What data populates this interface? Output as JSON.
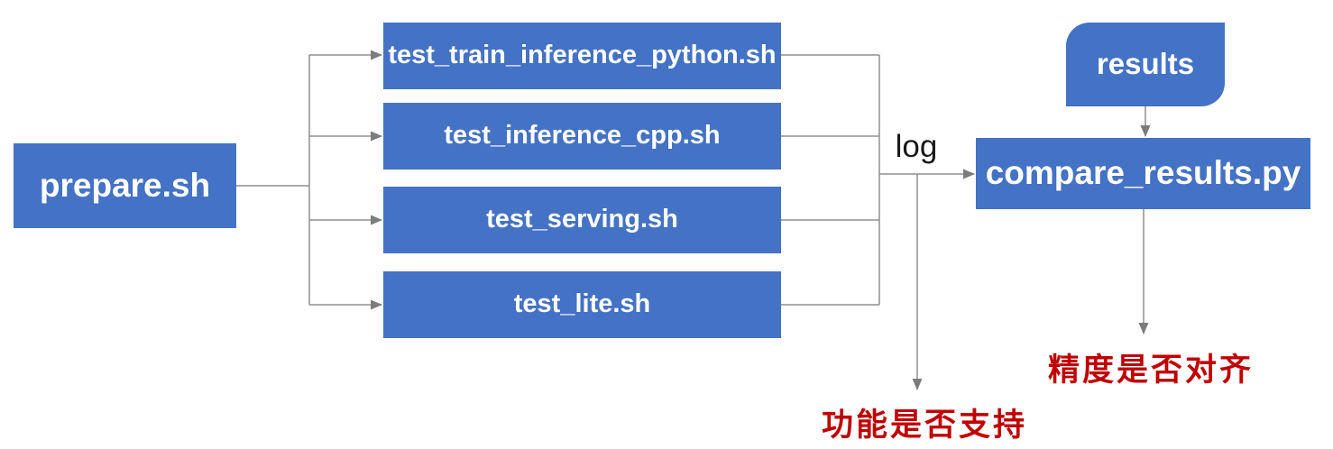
{
  "colors": {
    "node_fill": "#4472C4",
    "node_text": "#FFFFFF",
    "connector_line": "#8F8F8F",
    "arrowhead": "#7C7C7C",
    "outcome_text": "#C00000",
    "edge_label_text": "#1A1A1A",
    "background": "#FFFFFF"
  },
  "nodes": {
    "prepare": {
      "label": "prepare.sh"
    },
    "tests": [
      {
        "label": "test_train_inference_python.sh"
      },
      {
        "label": "test_inference_cpp.sh"
      },
      {
        "label": "test_serving.sh"
      },
      {
        "label": "test_lite.sh"
      }
    ],
    "results": {
      "label": "results"
    },
    "compare": {
      "label": "compare_results.py"
    }
  },
  "edge_labels": {
    "log": "log"
  },
  "outcomes": {
    "function_support": "功能是否支持",
    "accuracy_alignment": "精度是否对齐"
  }
}
